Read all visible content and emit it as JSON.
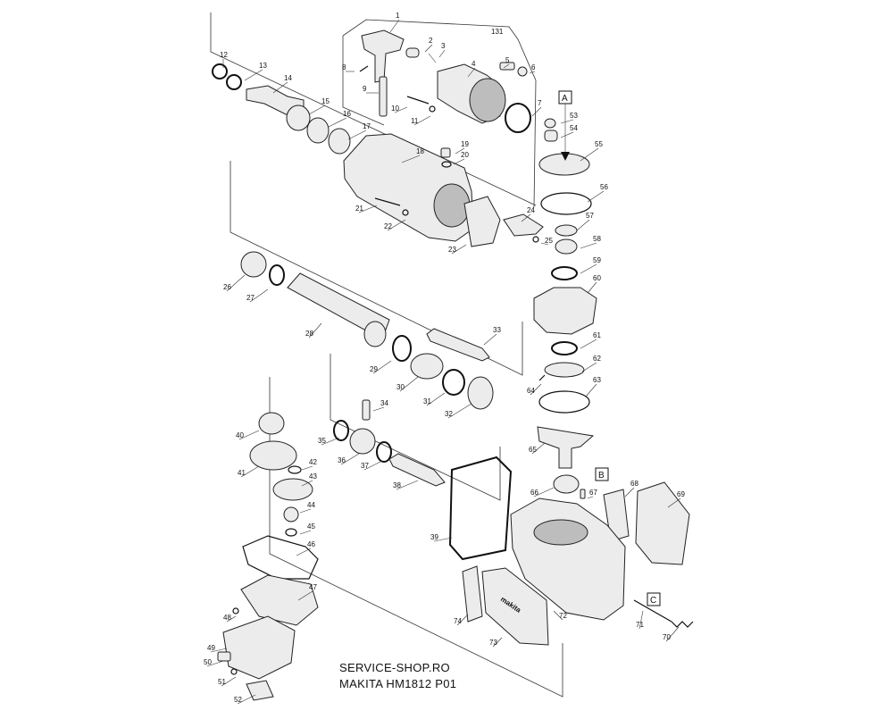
{
  "footer": {
    "line1": "SERVICE-SHOP.RO",
    "line2": "MAKITA HM1812 P01"
  },
  "group_label": "131",
  "reference_boxes": [
    "A",
    "B",
    "C"
  ],
  "parts": [
    "1",
    "2",
    "3",
    "4",
    "5",
    "6",
    "7",
    "8",
    "9",
    "10",
    "11",
    "12",
    "13",
    "14",
    "15",
    "16",
    "17",
    "18",
    "19",
    "20",
    "21",
    "22",
    "23",
    "24",
    "25",
    "26",
    "27",
    "28",
    "29",
    "30",
    "31",
    "32",
    "33",
    "34",
    "35",
    "36",
    "37",
    "38",
    "39",
    "40",
    "41",
    "42",
    "43",
    "44",
    "45",
    "46",
    "47",
    "48",
    "49",
    "50",
    "51",
    "52",
    "53",
    "54",
    "55",
    "56",
    "57",
    "58",
    "59",
    "60",
    "61",
    "62",
    "63",
    "64",
    "65",
    "66",
    "67",
    "68",
    "69",
    "70",
    "71",
    "72",
    "73",
    "74"
  ],
  "brand_mark": "makita"
}
